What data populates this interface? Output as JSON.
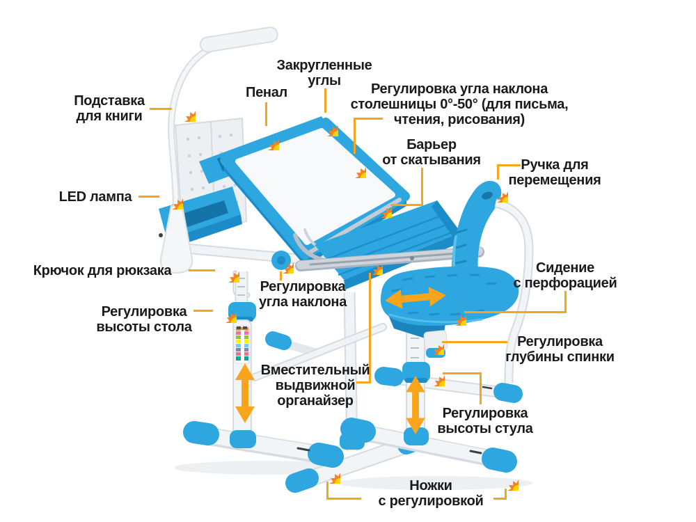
{
  "page": {
    "background_color": "#FFFFFF"
  },
  "colors": {
    "product_blue": "#2EA7E0",
    "product_blue_dark": "#1B8CC8",
    "frame_light": "#F2F5F7",
    "annotation_line_orange": "#F9A51B",
    "marker_ray_orange": "#F58220",
    "marker_core_yellow": "#FFD200",
    "text_color": "#1A1A1A"
  },
  "icons": {
    "marker": "sun-burst-icon",
    "desk_leg_arrow": "double-arrow-vertical-icon",
    "chair_leg_arrow": "double-arrow-vertical-icon",
    "seat_arrow": "double-arrow-horizontal-icon"
  },
  "labels": {
    "book_stand": "Подставка\nдля книги",
    "led_lamp": "LED лампа",
    "pencil_case": "Пенал",
    "rounded_corners": "Закругленные\nуглы",
    "tabletop_tilt": "Регулировка угла наклона\nстолешницы 0°-50° (для письма,\nчтения, рисования)",
    "barrier": "Барьер\nот скатывания",
    "carry_handle": "Ручка для\nперемещения",
    "backpack_hook": "Крючок для рюкзака",
    "tilt_adjust": "Регулировка\nугла наклона",
    "desk_height": "Регулировка\nвысоты стола",
    "organizer": "Вместительный\nвыдвижной\nорганайзер",
    "seat": "Сидение\nс перфорацией",
    "backrest_depth": "Регулировка\nглубины спинки",
    "chair_height": "Регулировка\nвысоты стула",
    "adjustable_feet": "Ножки\nс регулировкой"
  }
}
